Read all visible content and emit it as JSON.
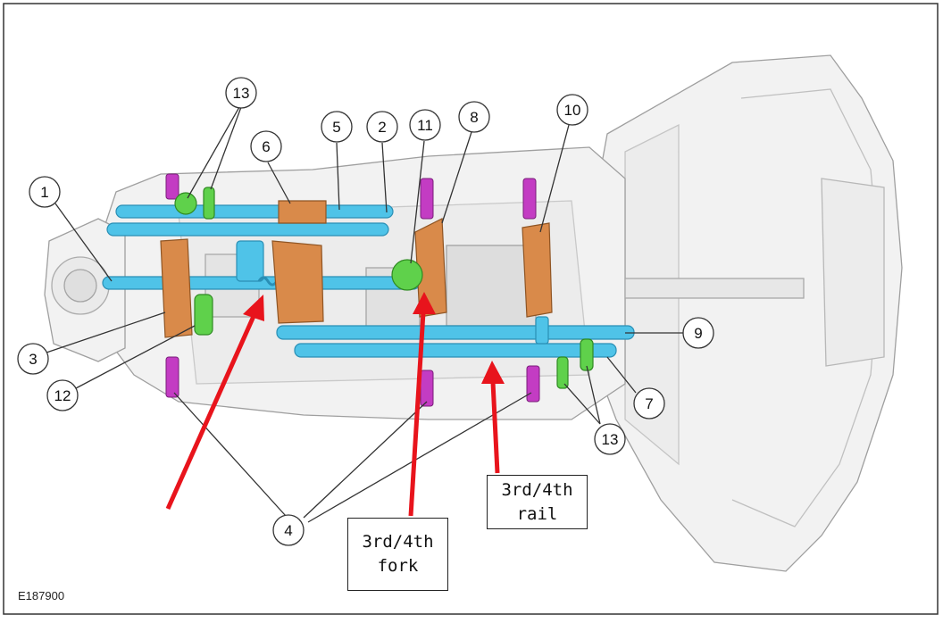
{
  "figure_id": "E187900",
  "callouts": [
    "1",
    "2",
    "3",
    "4",
    "5",
    "6",
    "7",
    "8",
    "9",
    "10",
    "11",
    "12",
    "13"
  ],
  "annotations": {
    "fork_label_line1": "3rd/4th",
    "fork_label_line2": "fork",
    "rail_label_line1": "3rd/4th",
    "rail_label_line2": "rail"
  },
  "colors": {
    "rail": "#4fc3e8",
    "fork": "#d98a4a",
    "bolt": "#c33cc3",
    "detent": "#5fd14b",
    "arrow": "#e8141c",
    "housing": "#9a9a9a"
  }
}
